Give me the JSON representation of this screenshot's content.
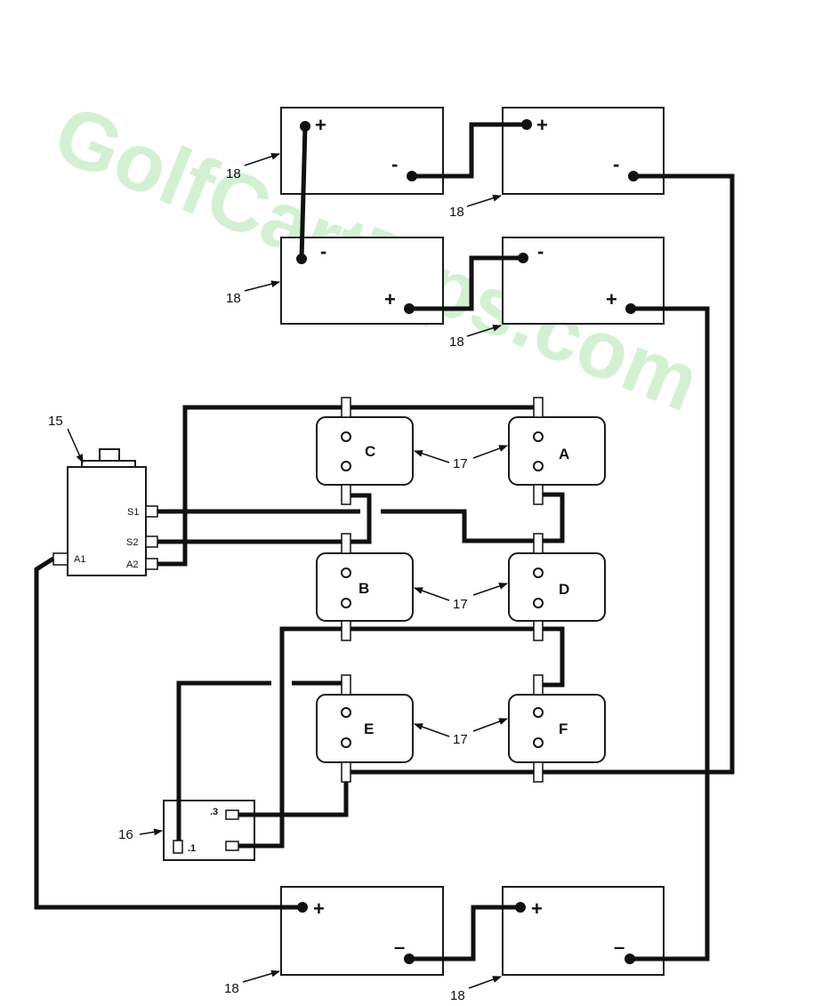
{
  "watermark": "GolfCartTips.com",
  "batteries": {
    "label": "18",
    "plus": "+",
    "minus": "-",
    "minus_lower": "–"
  },
  "solenoid": {
    "label": "15",
    "s1": "S1",
    "s2": "S2",
    "a1": "A1",
    "a2": "A2"
  },
  "switch": {
    "label": "17",
    "letters": {
      "c": "C",
      "a": "A",
      "b": "B",
      "d": "D",
      "e": "E",
      "f": "F"
    }
  },
  "microswitch": {
    "label": "16",
    "t3": ".3",
    "t1": ".1"
  }
}
